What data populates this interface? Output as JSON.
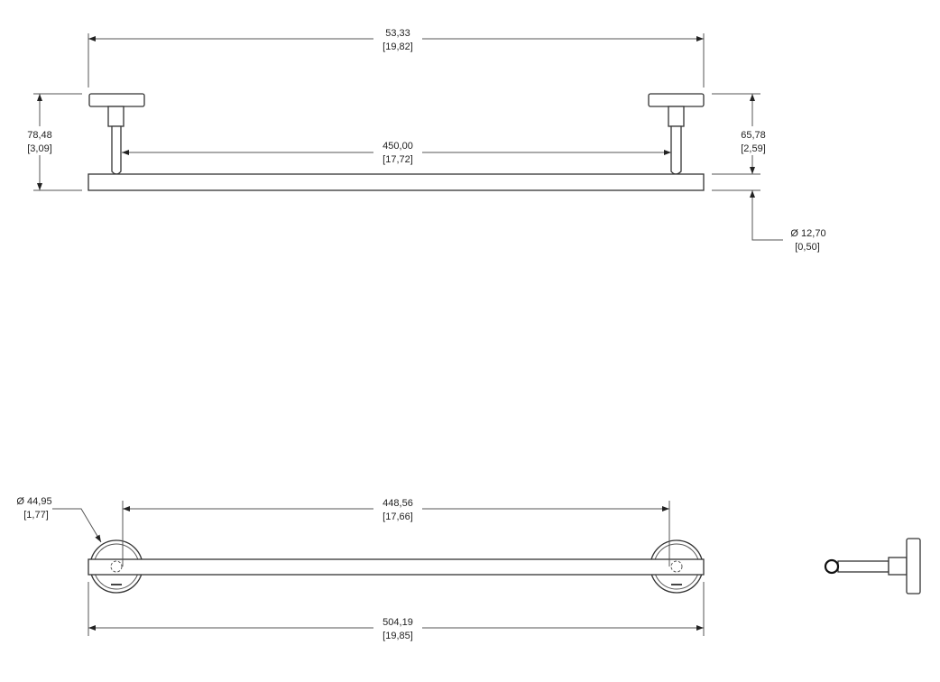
{
  "top_view": {
    "overall_width": {
      "mm": "53,33",
      "in": "[19,82]"
    },
    "bar_length": {
      "mm": "450,00",
      "in": "[17,72]"
    },
    "total_height": {
      "mm": "78,48",
      "in": "[3,09]"
    },
    "projection": {
      "mm": "65,78",
      "in": "[2,59]"
    },
    "bar_diameter": {
      "mm": "Ø 12,70",
      "in": "[0,50]"
    }
  },
  "front_view": {
    "flange_diameter": {
      "mm": "Ø 44,95",
      "in": "[1,77]"
    },
    "center_distance": {
      "mm": "448,56",
      "in": "[17,66]"
    },
    "overall_length": {
      "mm": "504,19",
      "in": "[19,85]"
    }
  }
}
